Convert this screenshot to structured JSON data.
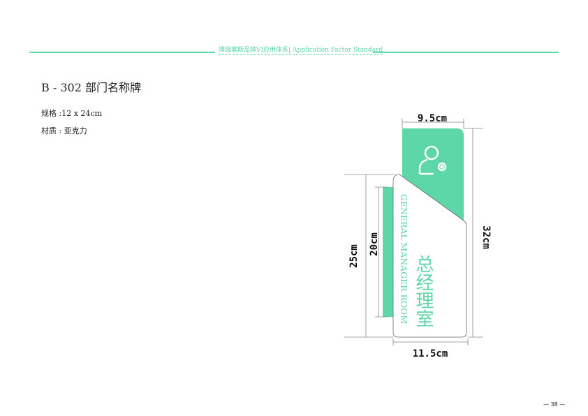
{
  "header": {
    "text": "博瑞塞斯品牌VI应用体系| Application  Factor  Standard"
  },
  "page": {
    "title": "B - 302 部门名称牌",
    "spec": "规格 :12 x 24cm",
    "material": "材质 : 亚克力",
    "page_number": "— 38 —"
  },
  "diagram": {
    "sign_en": "GENERAL MANAGER ROOM",
    "sign_cn": "总经理室",
    "icon": "user-gear-icon",
    "dim_top": "9.5cm",
    "dim_bottom": "11.5cm",
    "dim_right": "32cm",
    "dim_left_outer": "25cm",
    "dim_left_inner": "20cm",
    "accent": "#5dd6a8"
  }
}
